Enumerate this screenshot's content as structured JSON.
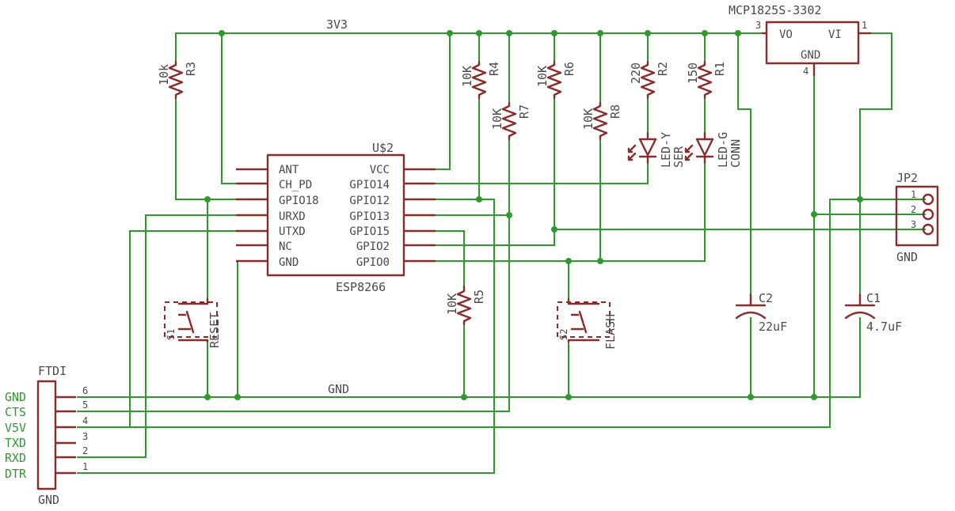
{
  "nets": {
    "supply": "3V3",
    "ground": "GND"
  },
  "regulator": {
    "ref": "MCP1825S-3302",
    "vo": "VO",
    "vi": "VI",
    "gnd": "GND",
    "pin_vo": "3",
    "pin_vi": "1",
    "pin_gnd": "4"
  },
  "mcu": {
    "ref": "U$2",
    "value": "ESP8266",
    "left_pins": [
      "ANT",
      "CH_PD",
      "GPIO18",
      "URXD",
      "UTXD",
      "NC",
      "GND"
    ],
    "right_pins": [
      "VCC",
      "GPIO14",
      "GPIO12",
      "GPIO13",
      "GPIO15",
      "GPIO2",
      "GPIO0"
    ]
  },
  "resistors": {
    "r3": {
      "ref": "R3",
      "value": "10k"
    },
    "r4": {
      "ref": "R4",
      "value": "10K"
    },
    "r7": {
      "ref": "R7",
      "value": "10K"
    },
    "r6": {
      "ref": "R6",
      "value": "10K"
    },
    "r8": {
      "ref": "R8",
      "value": "10K"
    },
    "r2": {
      "ref": "R2",
      "value": "220"
    },
    "r1": {
      "ref": "R1",
      "value": "150"
    },
    "r5": {
      "ref": "R5",
      "value": "10K"
    }
  },
  "leds": {
    "y": {
      "name": "LED-Y",
      "label": "SER"
    },
    "g": {
      "name": "LED-G",
      "label": "CONN"
    }
  },
  "connector_jp2": {
    "ref": "JP2",
    "pins": [
      "1",
      "2",
      "3"
    ],
    "value": "GND"
  },
  "capacitors": {
    "c2": {
      "ref": "C2",
      "value": "22uF"
    },
    "c1": {
      "ref": "C1",
      "value": "4.7uF"
    }
  },
  "switches": {
    "s1": {
      "ref": "S1",
      "value": "RESET"
    },
    "s2": {
      "ref": "S2",
      "value": "FLASH"
    }
  },
  "ftdi": {
    "ref": "FTDI",
    "value": "GND",
    "signals": [
      "GND",
      "CTS",
      "V5V",
      "TXD",
      "RXD",
      "DTR"
    ],
    "pins": [
      "6",
      "5",
      "4",
      "3",
      "2",
      "1"
    ]
  }
}
